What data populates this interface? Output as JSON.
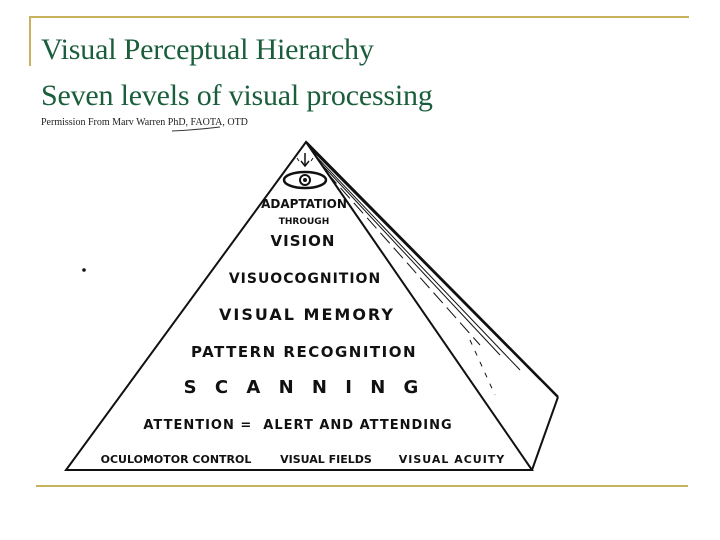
{
  "slide": {
    "title": "Visual Perceptual Hierarchy",
    "subtitle": "Seven levels of visual processing",
    "credit": "Permission From Marv Warren PhD, FAOTA, OTD",
    "accent_color": "#c8b25e",
    "title_color": "#1b5e3b"
  },
  "pyramid": {
    "apex_icon": "eye-icon",
    "levels": [
      {
        "line1": "ADAPTATION",
        "line2": "THROUGH",
        "line3": "VISION"
      },
      {
        "label": "VISUOCOGNITION"
      },
      {
        "label": "VISUAL MEMORY"
      },
      {
        "label": "PATTERN RECOGNITION"
      },
      {
        "label": "S C A N N I N G"
      },
      {
        "label": "ATTENTION =  ALERT AND ATTENDING"
      },
      {
        "base": [
          "OCULOMOTOR CONTROL",
          "VISUAL FIELDS",
          "VISUAL ACUITY"
        ]
      }
    ]
  }
}
